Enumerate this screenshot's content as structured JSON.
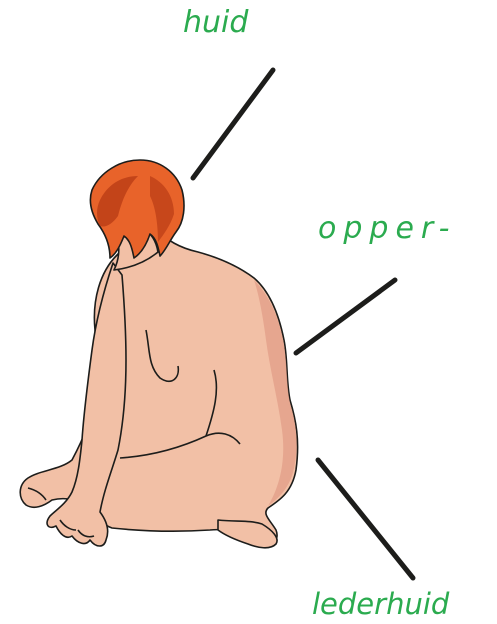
{
  "labels": {
    "top": "huid",
    "middle": "opper-",
    "bottom": "lederhuid"
  },
  "colors": {
    "label_text": "#2bab4f",
    "leader_line": "#1d1d1b",
    "skin": "#f2c0a6",
    "skin_shadow": "#e19b86",
    "hair": "#e8632a",
    "hair_dark": "#b93c15",
    "outline": "#1d1d1b"
  },
  "figure": {
    "icon": "kneeling-person-illustration"
  }
}
